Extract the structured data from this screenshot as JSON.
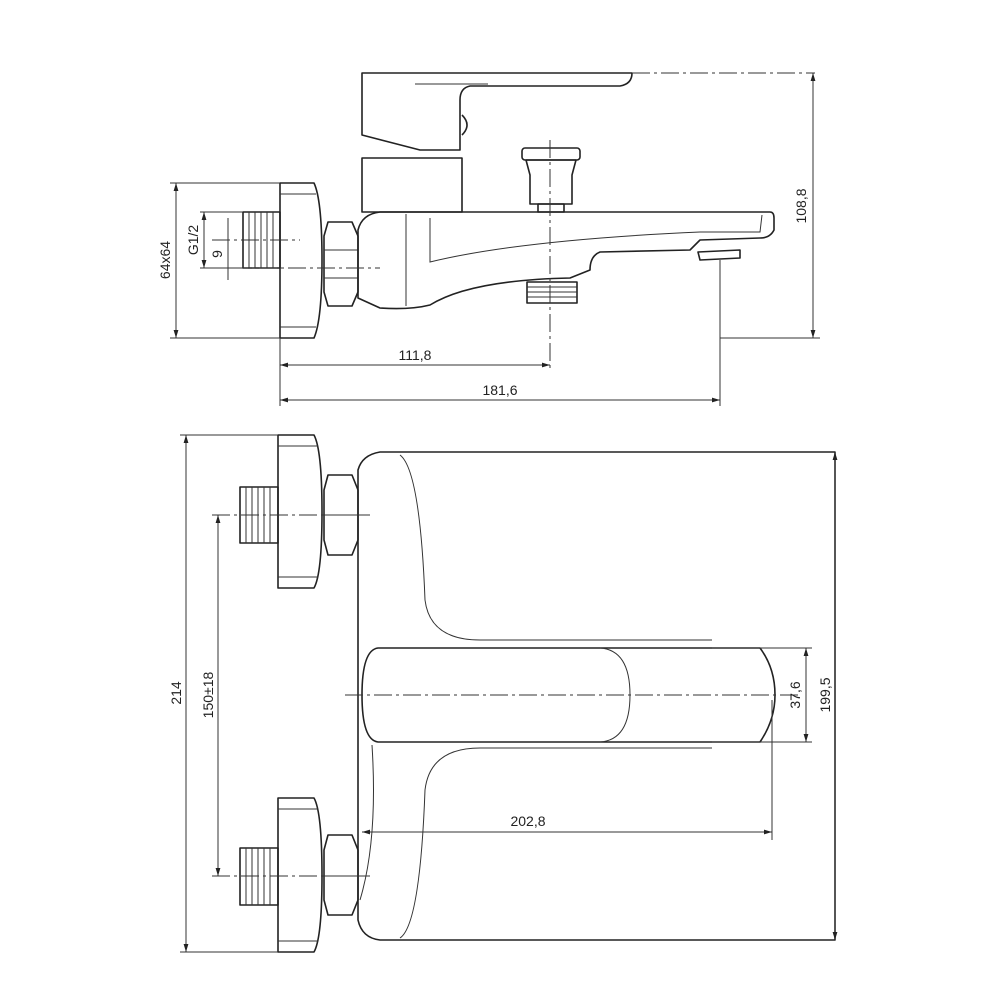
{
  "title": "Bath mixer dimension drawing",
  "side_view": {
    "dim_flange": "64x64",
    "dim_thread": "G1/2",
    "dim_thread_offset": "9",
    "dim_height": "108,8",
    "dim_outlet": "111,8",
    "dim_spout": "181,6"
  },
  "top_view": {
    "dim_total_height": "214",
    "dim_spacing": "150±18",
    "dim_handle_width": "37,6",
    "dim_body_height": "199,5",
    "dim_handle_length": "202,8"
  },
  "colors": {
    "line": "#222222",
    "background": "#ffffff"
  }
}
